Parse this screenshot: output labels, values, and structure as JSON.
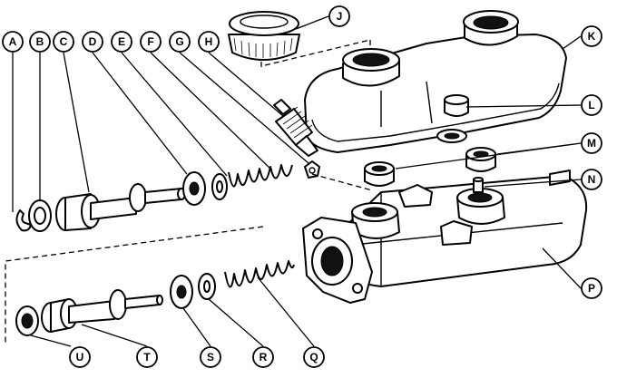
{
  "callouts": {
    "A": "A",
    "B": "B",
    "C": "C",
    "D": "D",
    "E": "E",
    "F": "F",
    "G": "G",
    "H": "H",
    "J": "J",
    "K": "K",
    "L": "L",
    "M": "M",
    "N": "N",
    "P": "P",
    "Q": "Q",
    "R": "R",
    "S": "S",
    "T": "T",
    "U": "U"
  },
  "style": {
    "ink": "#000000",
    "paper": "#ffffff"
  }
}
